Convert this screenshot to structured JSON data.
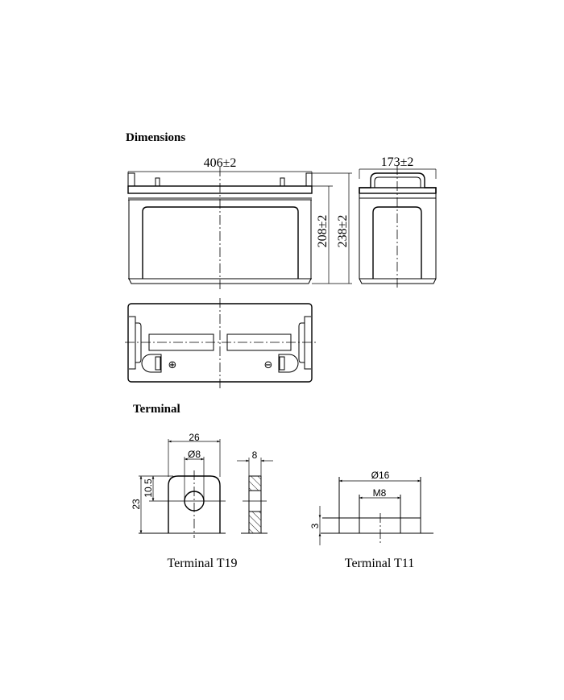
{
  "headings": {
    "dimensions": "Dimensions",
    "terminal": "Terminal"
  },
  "front_view": {
    "length": "406±2",
    "height_case": "208±2",
    "height_total": "238±2"
  },
  "side_view": {
    "width": "173±2"
  },
  "top_view": {
    "positive_symbol": "⊕",
    "negative_symbol": "⊖"
  },
  "terminal_t19": {
    "width": "26",
    "hole": "Ø8",
    "thickness": "8",
    "hole_height": "10.5",
    "height": "23",
    "caption": "Terminal T19"
  },
  "terminal_t11": {
    "diameter": "Ø16",
    "thread": "M8",
    "height": "3",
    "caption": "Terminal T11"
  }
}
